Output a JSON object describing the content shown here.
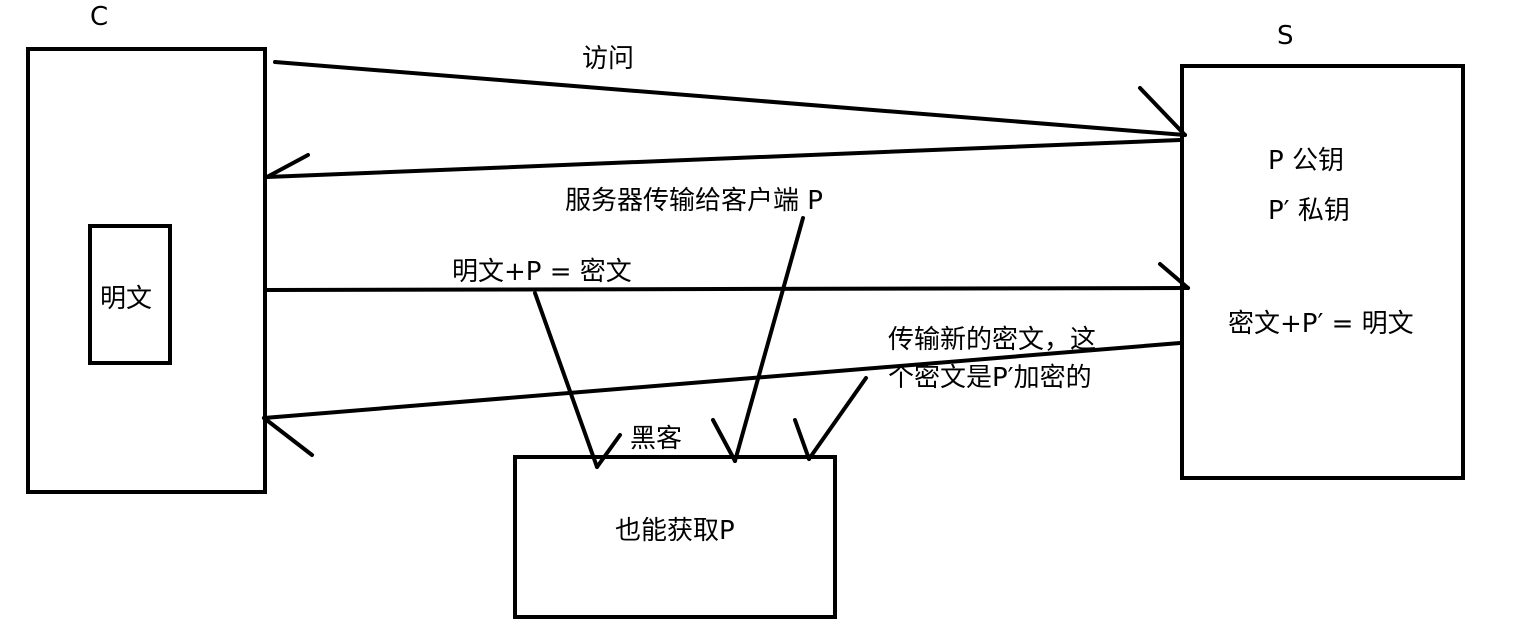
{
  "client": {
    "label": "C",
    "inner_box_label": "明文"
  },
  "server": {
    "label": "S",
    "line1": "P 公钥",
    "line2": "P′ 私钥",
    "decrypt": "密文+P′ = 明文"
  },
  "hacker": {
    "title": "黑客",
    "box_text": "也能获取P"
  },
  "arrows": {
    "visit": "访问",
    "send_public_key": "服务器传输给客户端 P",
    "encrypt": "明文+P = 密文",
    "new_ciphertext": "传输新的密文，这\n个密文是P′加密的"
  },
  "colors": {
    "stroke": "#000000",
    "background": "#ffffff"
  }
}
